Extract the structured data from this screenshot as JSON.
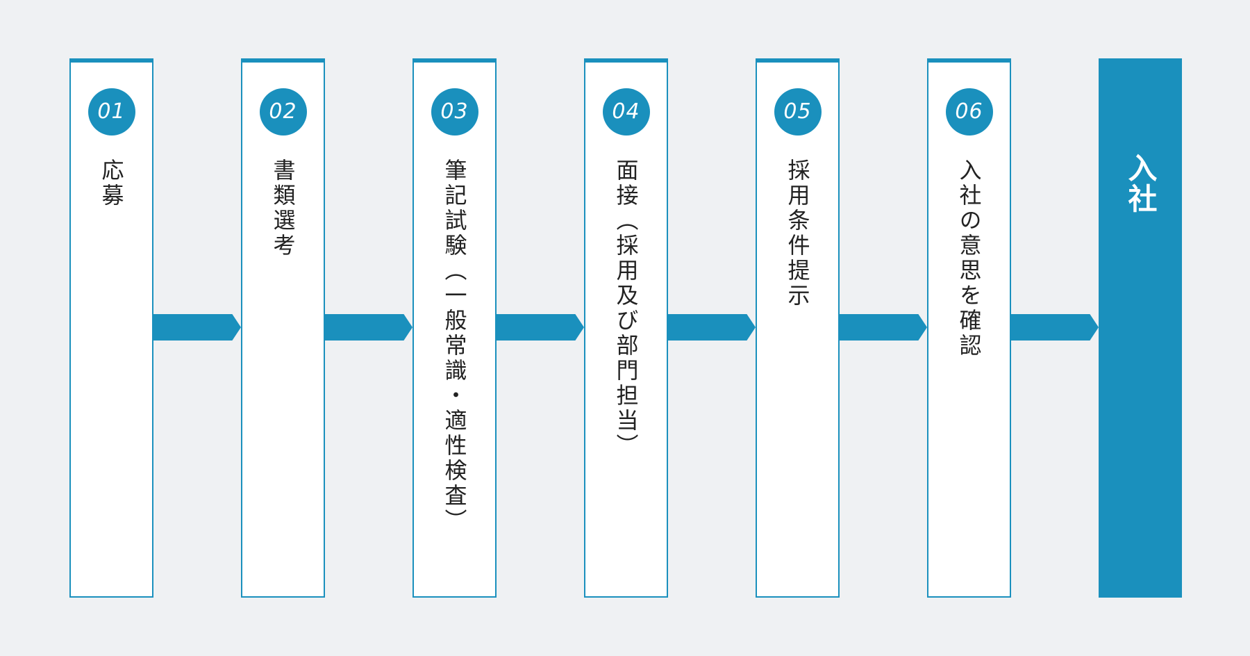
{
  "colors": {
    "background": "#eff1f3",
    "accent": "#1a90bd",
    "card": "#ffffff",
    "text": "#222222"
  },
  "steps": [
    {
      "number": "01",
      "label": "応募"
    },
    {
      "number": "02",
      "label": "書類選考"
    },
    {
      "number": "03",
      "label": "筆記試験（一般常識・適性検査）"
    },
    {
      "number": "04",
      "label": "面接（採用及び部門担当）"
    },
    {
      "number": "05",
      "label": "採用条件提示"
    },
    {
      "number": "06",
      "label": "入社の意思を確認"
    }
  ],
  "final_step": {
    "label": "入社"
  }
}
